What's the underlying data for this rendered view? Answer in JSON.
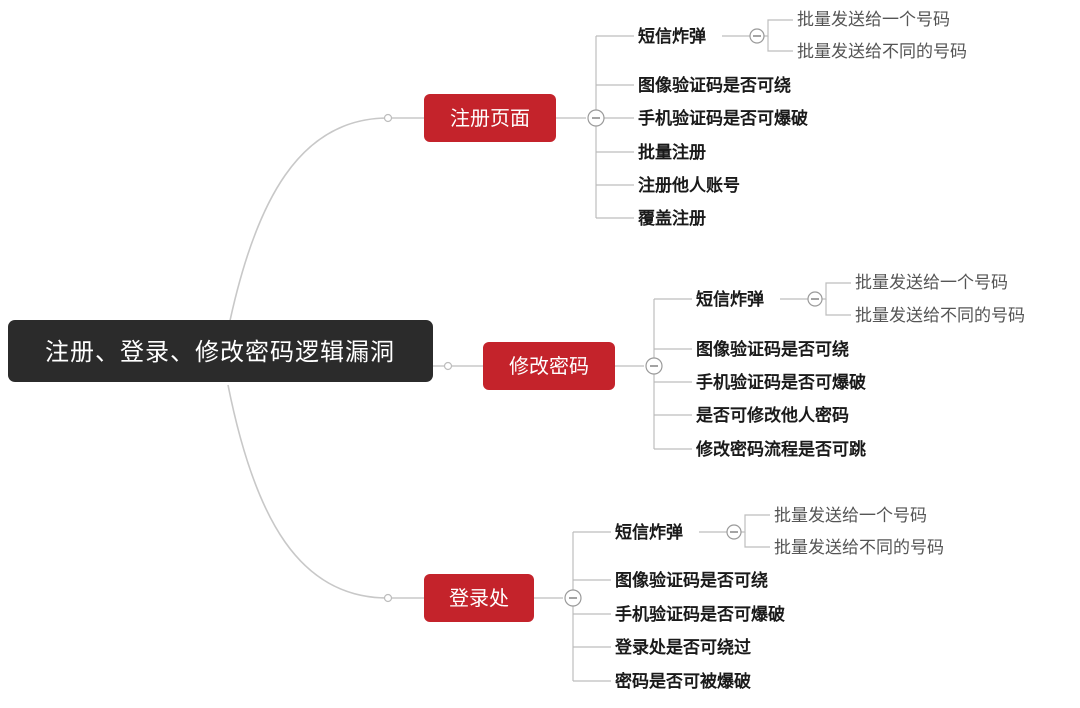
{
  "root": {
    "label": "注册、登录、修改密码逻辑漏洞"
  },
  "branches": [
    {
      "label": "注册页面",
      "children": [
        {
          "label": "短信炸弹",
          "subs": [
            "批量发送给一个号码",
            "批量发送给不同的号码"
          ]
        },
        {
          "label": "图像验证码是否可绕"
        },
        {
          "label": "手机验证码是否可爆破"
        },
        {
          "label": "批量注册"
        },
        {
          "label": "注册他人账号"
        },
        {
          "label": "覆盖注册"
        }
      ]
    },
    {
      "label": "修改密码",
      "children": [
        {
          "label": "短信炸弹",
          "subs": [
            "批量发送给一个号码",
            "批量发送给不同的号码"
          ]
        },
        {
          "label": "图像验证码是否可绕"
        },
        {
          "label": "手机验证码是否可爆破"
        },
        {
          "label": "是否可修改他人密码"
        },
        {
          "label": "修改密码流程是否可跳"
        }
      ]
    },
    {
      "label": "登录处",
      "children": [
        {
          "label": "短信炸弹",
          "subs": [
            "批量发送给一个号码",
            "批量发送给不同的号码"
          ]
        },
        {
          "label": "图像验证码是否可绕"
        },
        {
          "label": "手机验证码是否可爆破"
        },
        {
          "label": "登录处是否可绕过"
        },
        {
          "label": "密码是否可被爆破"
        }
      ]
    }
  ],
  "colors": {
    "root": "#2b2b2b",
    "branch": "#c4232b",
    "line": "#c8c8c8"
  }
}
